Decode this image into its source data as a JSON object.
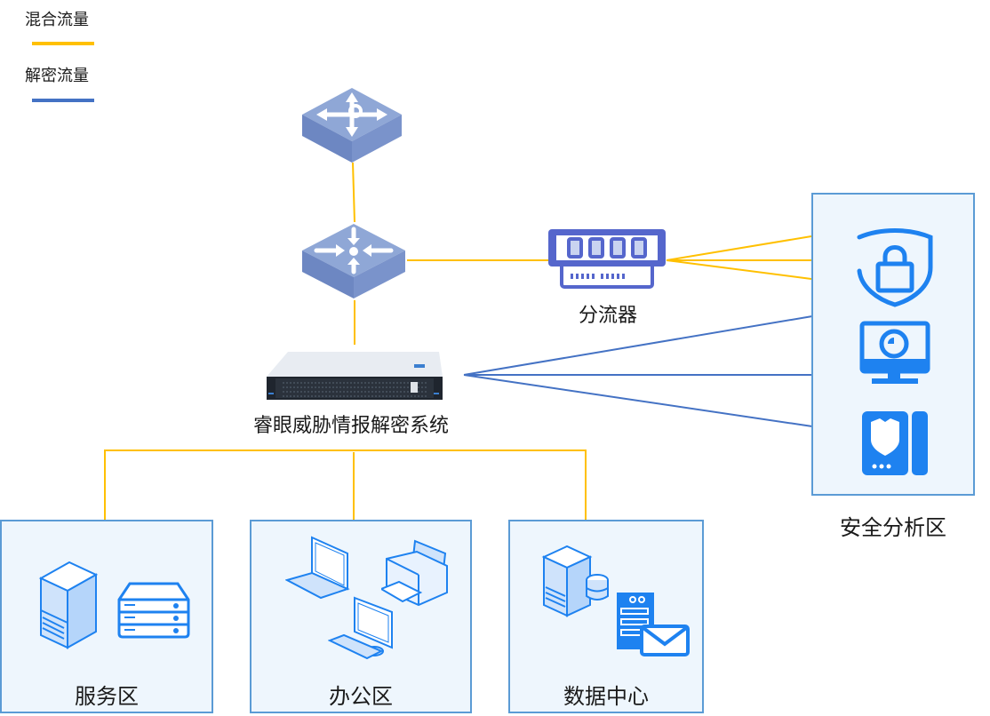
{
  "legend": {
    "mixed_traffic": {
      "label": "混合流量",
      "color": "#ffc000"
    },
    "decrypted_traffic": {
      "label": "解密流量",
      "color": "#4472c4"
    }
  },
  "nodes": {
    "router": {
      "icon": "router-icon"
    },
    "core_switch": {
      "icon": "switch-icon"
    },
    "splitter": {
      "label": "分流器",
      "icon": "traffic-splitter-icon"
    },
    "decrypt_system": {
      "label": "睿眼威胁情报解密系统",
      "icon": "rack-server-icon"
    }
  },
  "zones": {
    "security": {
      "label": "安全分析区",
      "icons": [
        "shield-lock-icon",
        "monitor-icon",
        "security-appliance-icon"
      ]
    },
    "service": {
      "label": "服务区",
      "icons": [
        "tower-server-icon",
        "storage-server-icon"
      ]
    },
    "office": {
      "label": "办公区",
      "icons": [
        "laptop-icon",
        "printer-icon",
        "desktop-icon"
      ]
    },
    "datacenter": {
      "label": "数据中心",
      "icons": [
        "database-server-icon",
        "mail-server-icon"
      ]
    }
  },
  "colors": {
    "zone_border": "#5b9bd5",
    "zone_fill": "#eef6fd",
    "icon_blue": "#1e82f0",
    "splitter_blue": "#5566cc"
  }
}
